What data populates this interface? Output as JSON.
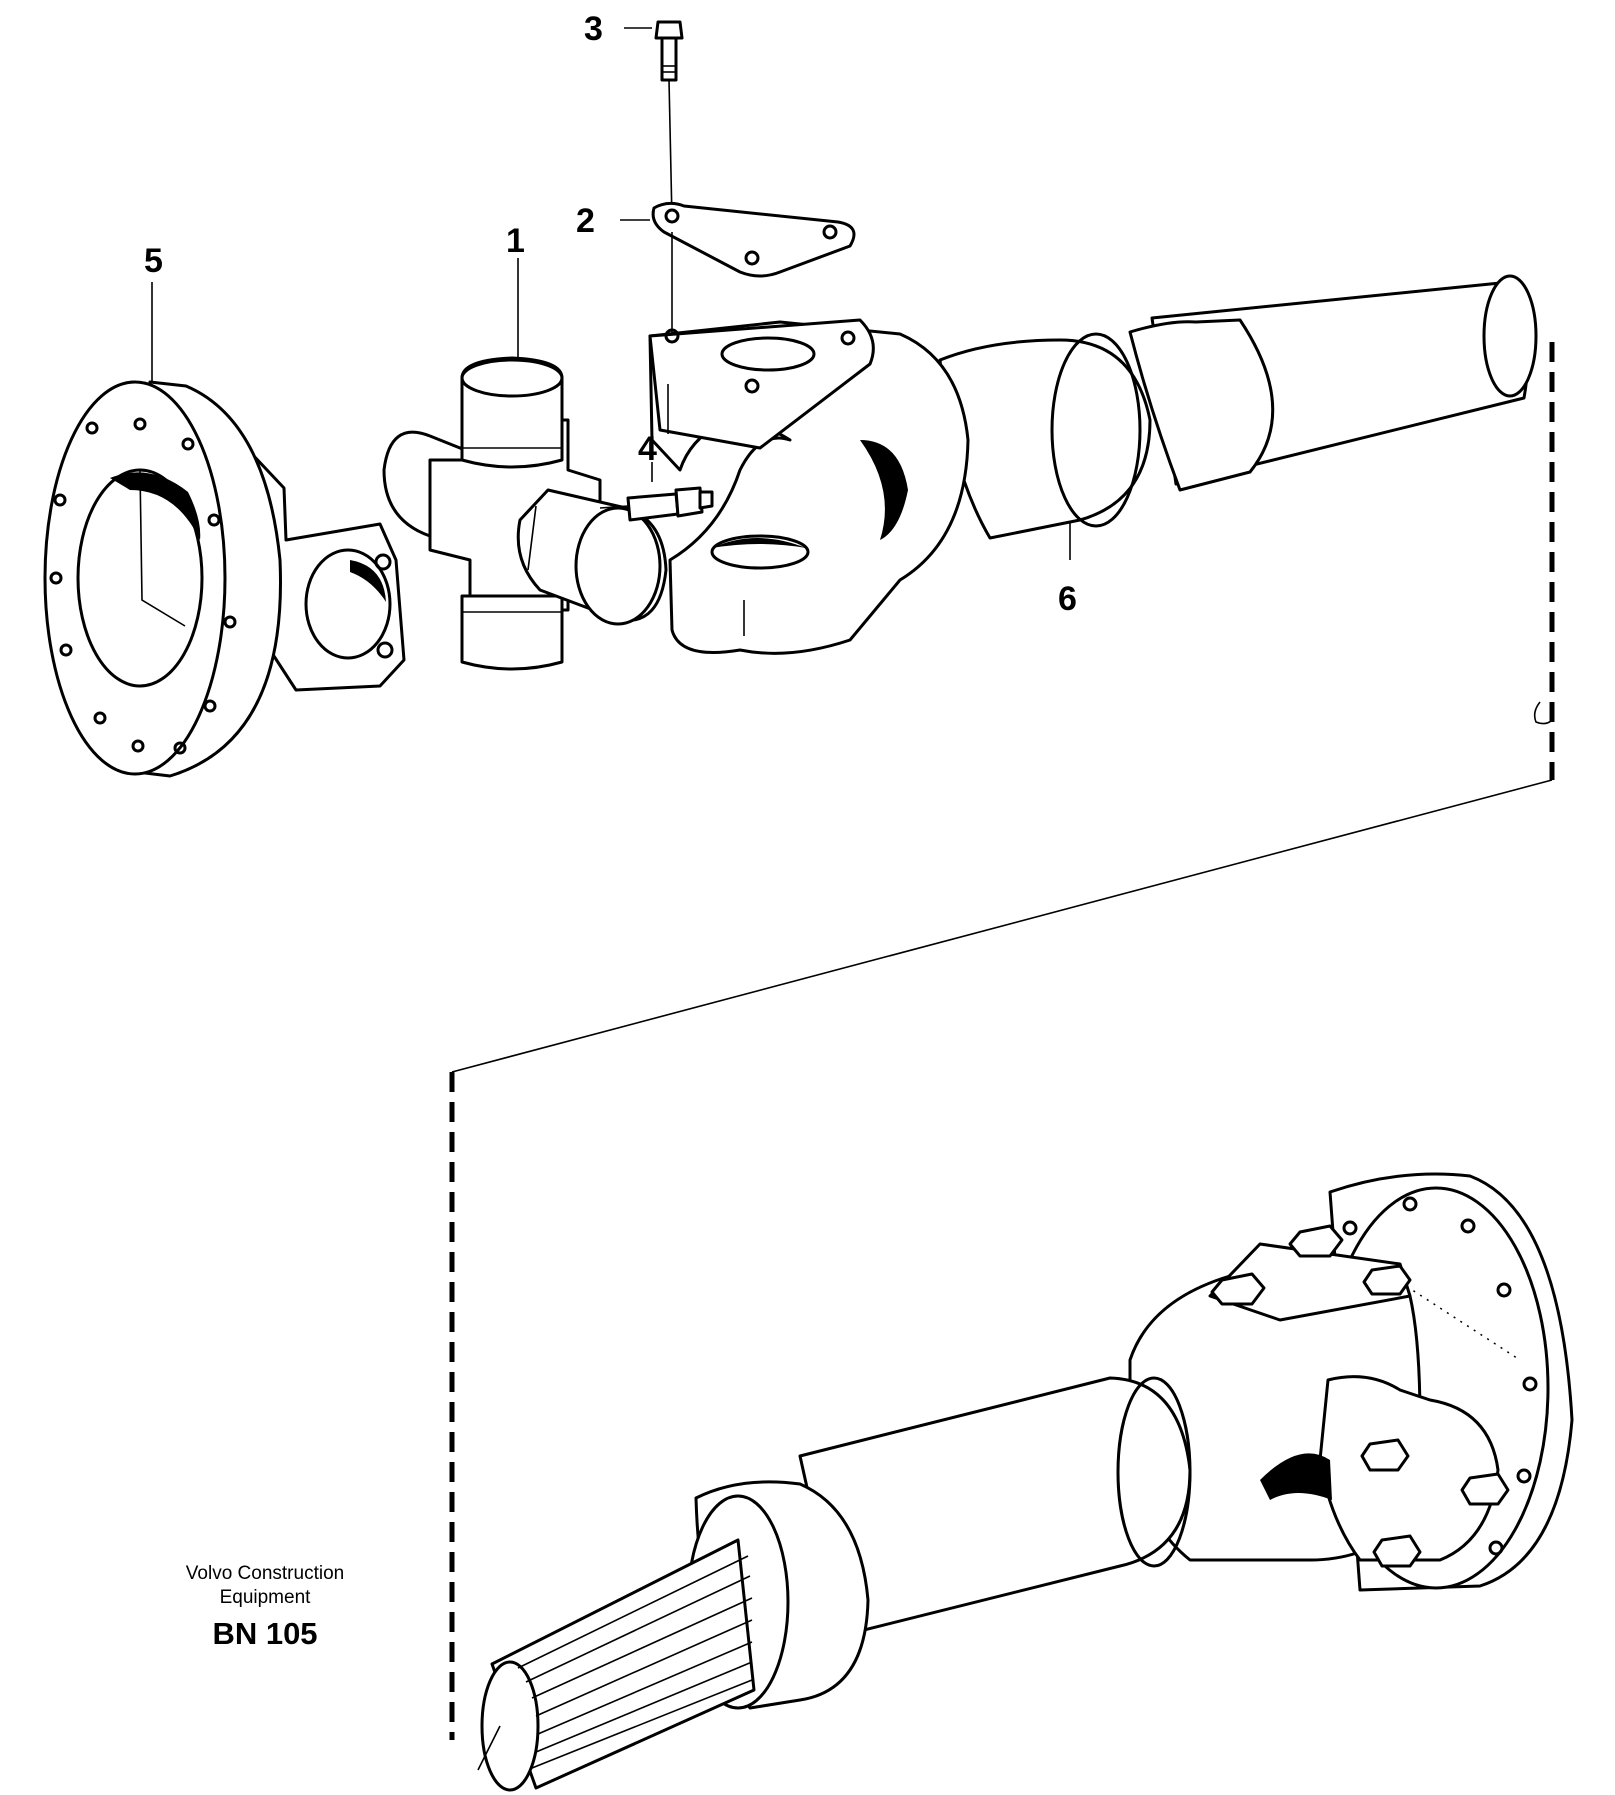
{
  "callouts": {
    "c1": "1",
    "c2": "2",
    "c3": "3",
    "c4": "4",
    "c5": "5",
    "c6": "6"
  },
  "footer": {
    "manufacturer_line1": "Volvo Construction",
    "manufacturer_line2": "Equipment",
    "drawing_code": "BN 105"
  }
}
